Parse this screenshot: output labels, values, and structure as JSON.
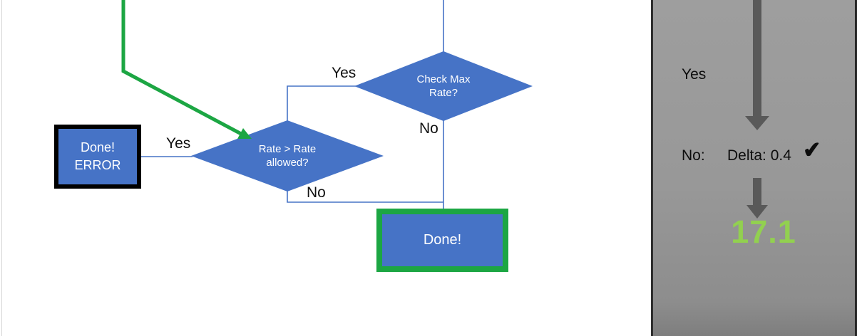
{
  "colors": {
    "shape_blue": "#4673C6",
    "flow_green": "#1CA643",
    "result_green": "#92D050",
    "panel_gray": "#989898",
    "panel_arrow_gray": "#595959"
  },
  "flowchart": {
    "decision_check_max_rate": {
      "line1": "Check Max",
      "line2": "Rate?"
    },
    "decision_rate_allowed": {
      "line1": "Rate > Rate",
      "line2": "allowed?"
    },
    "connectors": {
      "yes_top": "Yes",
      "no_top": "No",
      "yes_left": "Yes",
      "no_bottom": "No"
    },
    "error_box": {
      "line1": "Done!",
      "line2": "ERROR"
    },
    "done_box": {
      "label": "Done!"
    }
  },
  "side_panel": {
    "label_yes": "Yes",
    "label_no": "No:",
    "delta_text": "Delta: 0.4",
    "check_icon": "✔",
    "result_value": "17.1"
  }
}
